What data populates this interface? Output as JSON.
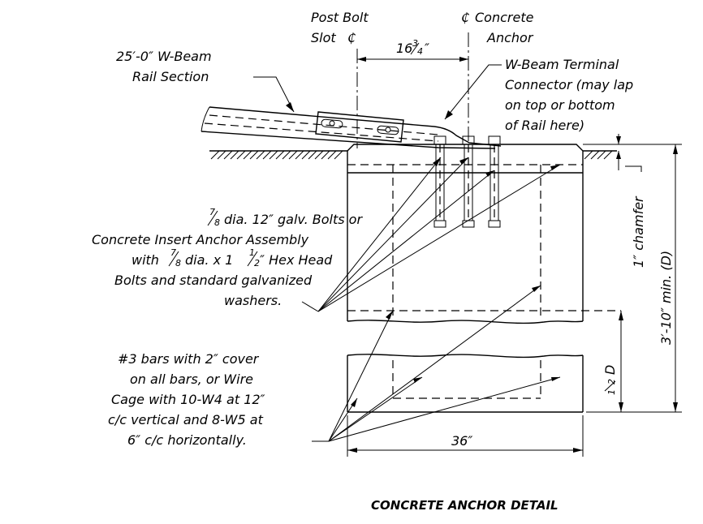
{
  "labels": {
    "post_bolt_line1": "Post Bolt",
    "post_bolt_line2": "Slot",
    "centerline_symbol": "₵",
    "concrete_line1": "Concrete",
    "concrete_line2": "Anchor",
    "dim_offset": "16",
    "dim_offset_frac_num": "3",
    "dim_offset_frac_den": "4",
    "inch_mark": "″",
    "rail_line1": "25′-0″ W-Beam",
    "rail_line2": "Rail Section",
    "connector_line1": "W-Beam Terminal",
    "connector_line2": "Connector (may lap",
    "connector_line3": "on top or bottom",
    "connector_line4": "of Rail here)",
    "bolts_line1": "dia. 12″ galv. Bolts or",
    "bolts_line2": "Concrete Insert Anchor Assembly",
    "bolts_line3a": "with",
    "bolts_line3b": "dia. x 1",
    "bolts_line3c": "″ Hex Head",
    "bolts_line4": "Bolts and  standard galvanized",
    "bolts_line5": "washers.",
    "frac_7": "7",
    "frac_8": "8",
    "frac_1": "1",
    "frac_2": "2",
    "bars_line1": "#3 bars with 2″ cover",
    "bars_line2": "on all bars, or Wire",
    "bars_line3": "Cage with 10-W4 at 12″",
    "bars_line4": "c/c vertical and 8-W5 at",
    "bars_line5": "6″ c/c horizontally.",
    "dim_width": "36″",
    "dim_chamfer": "1″ chamfer",
    "dim_depth": "3′-10″ min. (D)",
    "dim_half_d": "D",
    "title": "CONCRETE ANCHOR DETAIL"
  }
}
